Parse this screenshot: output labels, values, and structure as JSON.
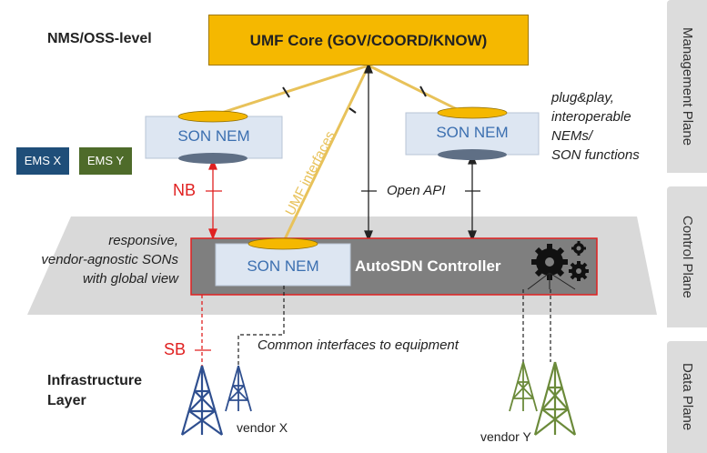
{
  "levels": {
    "nms_oss": "NMS/OSS-level",
    "infrastructure": "Infrastructure\nLayer"
  },
  "umf_core": {
    "label": "UMF Core (GOV/COORD/KNOW)"
  },
  "son_nem_left": {
    "label": "SON NEM"
  },
  "son_nem_right": {
    "label": "SON NEM"
  },
  "son_nem_controller": {
    "label": "SON NEM"
  },
  "ems": [
    {
      "label": "EMS X",
      "color": "#1f4e79"
    },
    {
      "label": "EMS Y",
      "color": "#4e6b2a"
    }
  ],
  "interfaces": {
    "nb": "NB",
    "sb": "SB",
    "umf": "UMF interfaces",
    "open_api": "Open API",
    "common": "Common interfaces to equipment"
  },
  "annotations": {
    "plug_play": "plug&play,\ninteroperable\nNEMs/\nSON functions",
    "responsive": "responsive,\nvendor-agnostic SONs\nwith global view"
  },
  "controller": {
    "label": "AutoSDN Controller"
  },
  "vendors": {
    "x": "vendor X",
    "y": "vendor Y"
  },
  "planes": {
    "management": "Management Plane",
    "control": "Control Plane",
    "data": "Data Plane"
  },
  "colors": {
    "umf_core": "#f5b800",
    "umf_line": "#e8c25a",
    "controller": "#7f7f7f",
    "controller_border": "#e02020",
    "nem_fill": "#dde6f2",
    "nem_text": "#3b6fb0",
    "tower_x": "#2f4f8f",
    "tower_y": "#6b8a3a",
    "red_line": "#e02020",
    "plane_tab": "#dcdcdc"
  }
}
